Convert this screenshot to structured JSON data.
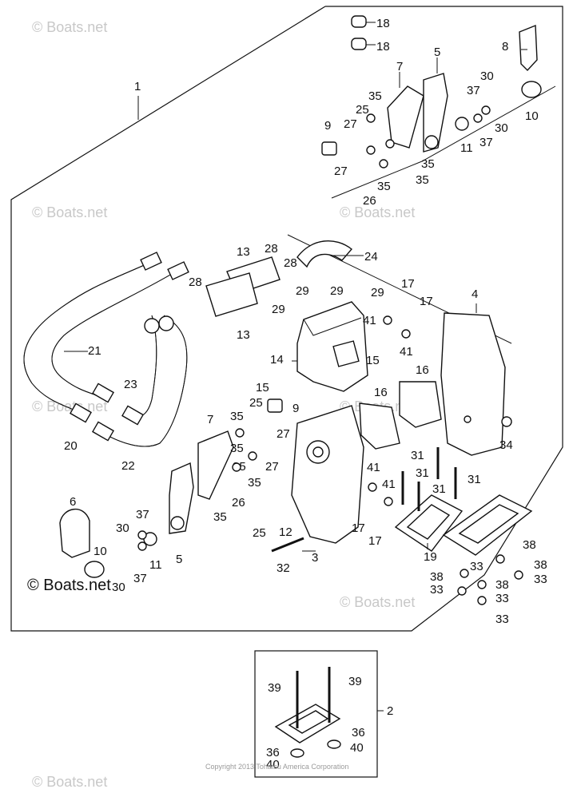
{
  "brand": "© Boats.net",
  "copyright": "Copyright 2013 Tohatsu America Corporation",
  "watermark": "© Boats.net",
  "callouts": [
    "18",
    "18",
    "8",
    "7",
    "5",
    "30",
    "37",
    "35",
    "25",
    "27",
    "9",
    "10",
    "11",
    "30",
    "37",
    "35",
    "27",
    "35",
    "35",
    "26",
    "1",
    "24",
    "28",
    "13",
    "28",
    "29",
    "29",
    "29",
    "29",
    "17",
    "17",
    "4",
    "28",
    "13",
    "21",
    "41",
    "41",
    "14",
    "15",
    "15",
    "16",
    "16",
    "25",
    "35",
    "7",
    "9",
    "27",
    "23",
    "35",
    "27",
    "35",
    "35",
    "20",
    "22",
    "26",
    "34",
    "31",
    "31",
    "31",
    "31",
    "41",
    "41",
    "5",
    "35",
    "6",
    "30",
    "37",
    "10",
    "11",
    "37",
    "30",
    "25",
    "12",
    "17",
    "17",
    "32",
    "3",
    "19",
    "38",
    "38",
    "38",
    "33",
    "33",
    "33",
    "38",
    "33",
    "33",
    "39",
    "39",
    "2",
    "36",
    "36",
    "40",
    "40"
  ],
  "colors": {
    "line": "#111111",
    "watermark": "#c8c8c8"
  }
}
